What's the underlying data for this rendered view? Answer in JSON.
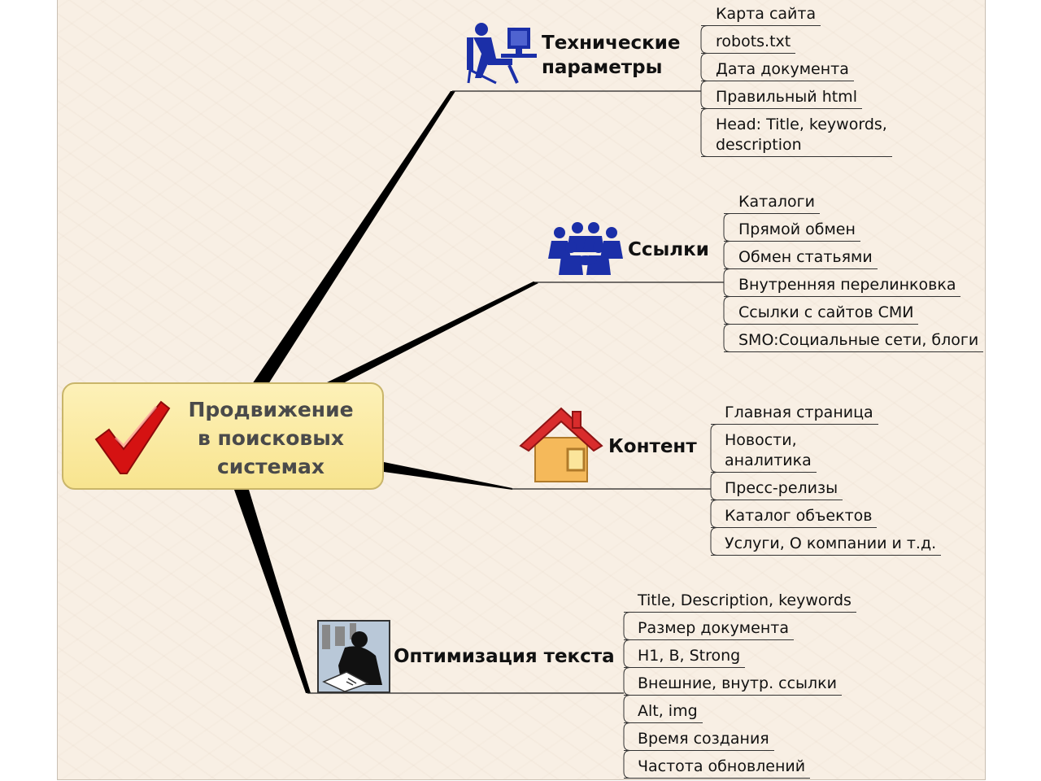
{
  "central_topic": {
    "title": "Продвижение\nв поисковых\nсистемах",
    "icon": "checkmark-icon",
    "checkmark_color": "#d51212",
    "fill_color": "#f9e89a"
  },
  "branches": [
    {
      "id": "tech",
      "title": "Технические\nпараметры",
      "icon": "person-at-computer-icon",
      "items": [
        "Карта сайта",
        "robots.txt",
        "Дата документа",
        "Правильный html",
        "Head: Title, keywords,\ndescription"
      ]
    },
    {
      "id": "links",
      "title": "Ссылки",
      "icon": "people-meeting-icon",
      "items": [
        "Каталоги",
        "Прямой обмен",
        "Обмен статьями",
        "Внутренняя перелинковка",
        "Ссылки с сайтов СМИ",
        "SMO:Социальные сети, блоги"
      ]
    },
    {
      "id": "content",
      "title": "Контент",
      "icon": "house-icon",
      "items": [
        "Главная страница",
        "Новости,\nаналитика",
        "Пресс-релизы",
        "Каталог объектов",
        "Услуги, О компании и т.д."
      ]
    },
    {
      "id": "text",
      "title": "Оптимизация текста",
      "icon": "person-writing-icon",
      "items": [
        "Title, Description, keywords",
        "Размер документа",
        "H1, B, Strong",
        "Внешние, внутр. ссылки",
        "Alt, img",
        "Время создания",
        "Частота обновлений"
      ]
    }
  ]
}
